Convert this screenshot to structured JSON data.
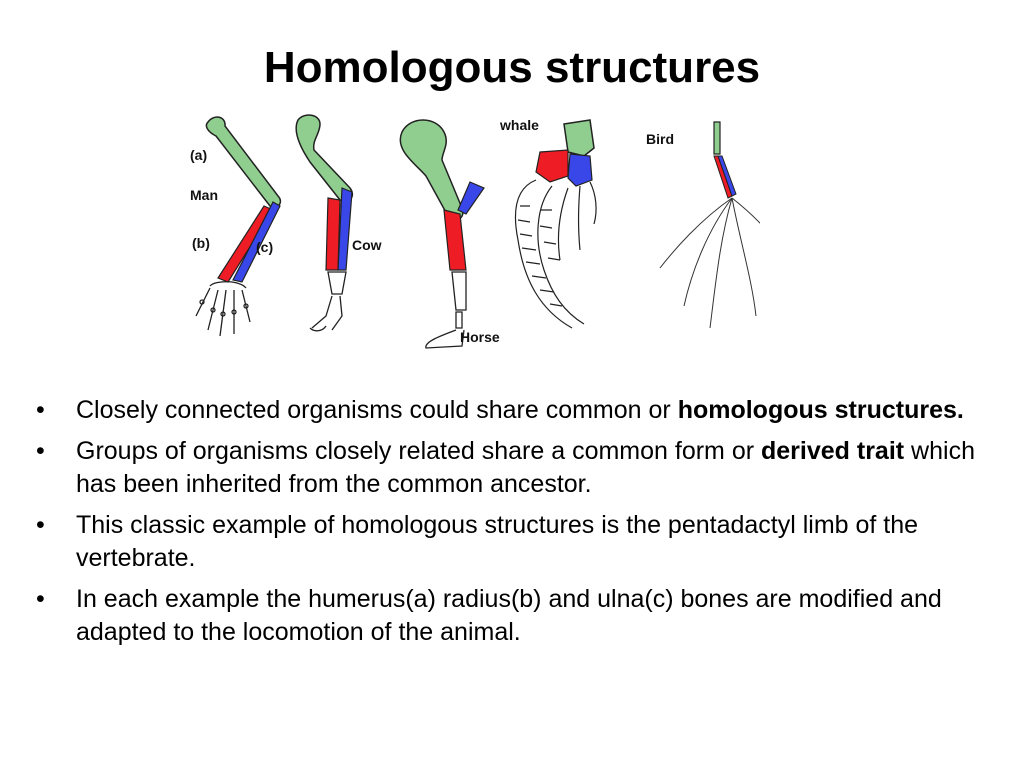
{
  "slide": {
    "title": "Homologous structures"
  },
  "figure": {
    "labels": {
      "a": "(a)",
      "man": "Man",
      "b": "(b)",
      "c": "(c)",
      "cow": "Cow",
      "whale": "whale",
      "horse": "Horse",
      "bird": "Bird"
    },
    "colors": {
      "humerus": "#8fce8f",
      "radius": "#ee1c24",
      "ulna": "#3a47e8",
      "bone_outline": "#222222"
    }
  },
  "bullets": [
    {
      "marker": "•",
      "text_1": "Closely connected organisms could share common or ",
      "bold_1": "homologous structures."
    },
    {
      "marker": "•",
      "text_1": "Groups of organisms closely related share a common form or ",
      "bold_1": "derived trait",
      "text_2": " which has been inherited from the common ancestor."
    },
    {
      "marker": "•",
      "text_1": "This classic example of homologous structures is the pentadactyl limb of the vertebrate."
    },
    {
      "marker": "•",
      "text_1": "In each example the humerus(a) radius(b) and ulna(c) bones are modified and adapted to the locomotion of the animal."
    }
  ]
}
